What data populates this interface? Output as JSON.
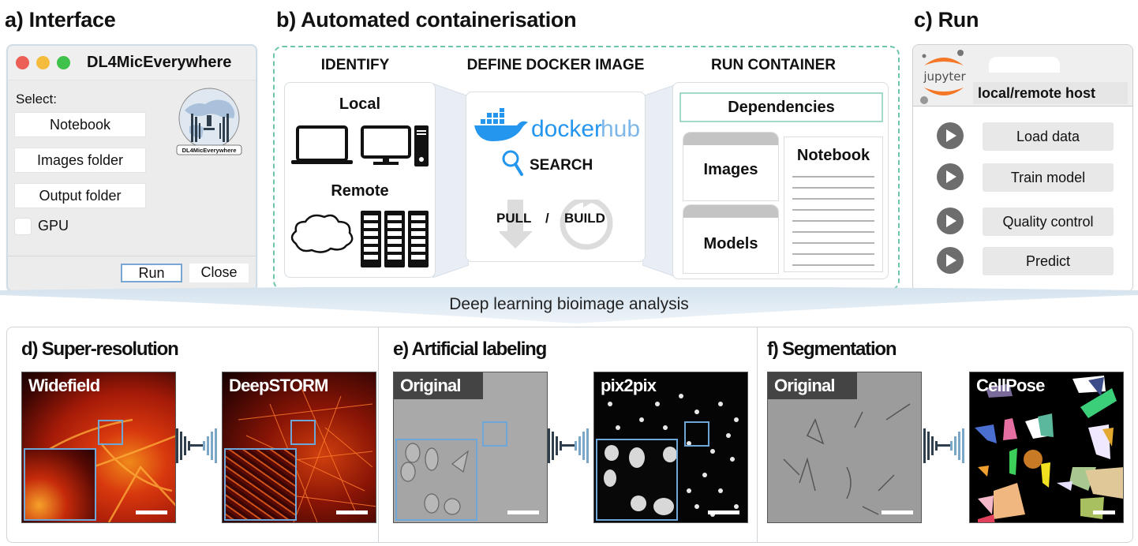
{
  "sections": {
    "a": "a) Interface",
    "b": "b) Automated containerisation",
    "c": "c) Run"
  },
  "interface": {
    "window_title": "DL4MicEverywhere",
    "select_label": "Select:",
    "buttons": [
      "Notebook",
      "Images folder",
      "Output folder"
    ],
    "gpu_label": "GPU",
    "gpu_checked": false,
    "run_label": "Run",
    "close_label": "Close",
    "logo_text": "DL4MicEverywhere"
  },
  "containerisation": {
    "identify": {
      "heading": "IDENTIFY",
      "local": "Local",
      "remote": "Remote"
    },
    "define": {
      "heading": "DEFINE DOCKER IMAGE",
      "docker_word": "docker",
      "hub_word": "hub",
      "search": "SEARCH",
      "pull": "PULL",
      "slash": "/",
      "build": "BUILD"
    },
    "run_container": {
      "heading": "RUN CONTAINER",
      "dependencies": "Dependencies",
      "images": "Images",
      "models": "Models",
      "notebook": "Notebook"
    }
  },
  "run": {
    "logo_text": "jupyter",
    "host": "local/remote host",
    "cells": [
      "Load data",
      "Train model",
      "Quality control",
      "Predict"
    ]
  },
  "funnel_label": "Deep learning bioimage analysis",
  "panels": [
    {
      "title": "d) Super-resolution",
      "left_label": "Widefield",
      "right_label": "DeepSTORM"
    },
    {
      "title": "e) Artificial labeling",
      "left_label": "Original",
      "right_label": "pix2pix"
    },
    {
      "title": "f) Segmentation",
      "left_label": "Original",
      "right_label": "CellPose"
    }
  ],
  "colors": {
    "accent_teal": "#6ec4ae",
    "docker_blue": "#2496ed",
    "zoom_box_blue": "#6da7d7",
    "jupyter_orange": "#f37726"
  }
}
